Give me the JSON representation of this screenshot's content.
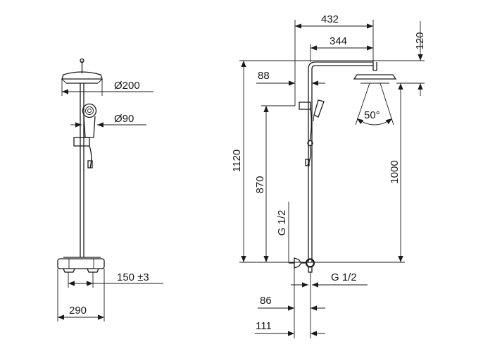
{
  "front_view": {
    "head_diameter": "Ø200",
    "hand_diameter": "Ø90",
    "spacing": "150 ±3",
    "width": "290"
  },
  "side_view": {
    "arm_reach": "432",
    "arm_length": "344",
    "top_height": "120",
    "offset_88": "88",
    "total_height": "1120",
    "holder_height": "870",
    "inlet_vertical": "G 1/2",
    "inlet_horizontal": "G 1/2",
    "head_height": "1000",
    "spray_angle": "50°",
    "depth_86": "86",
    "depth_111": "111"
  },
  "colors": {
    "line": "#1a1a1a",
    "background": "#ffffff"
  }
}
